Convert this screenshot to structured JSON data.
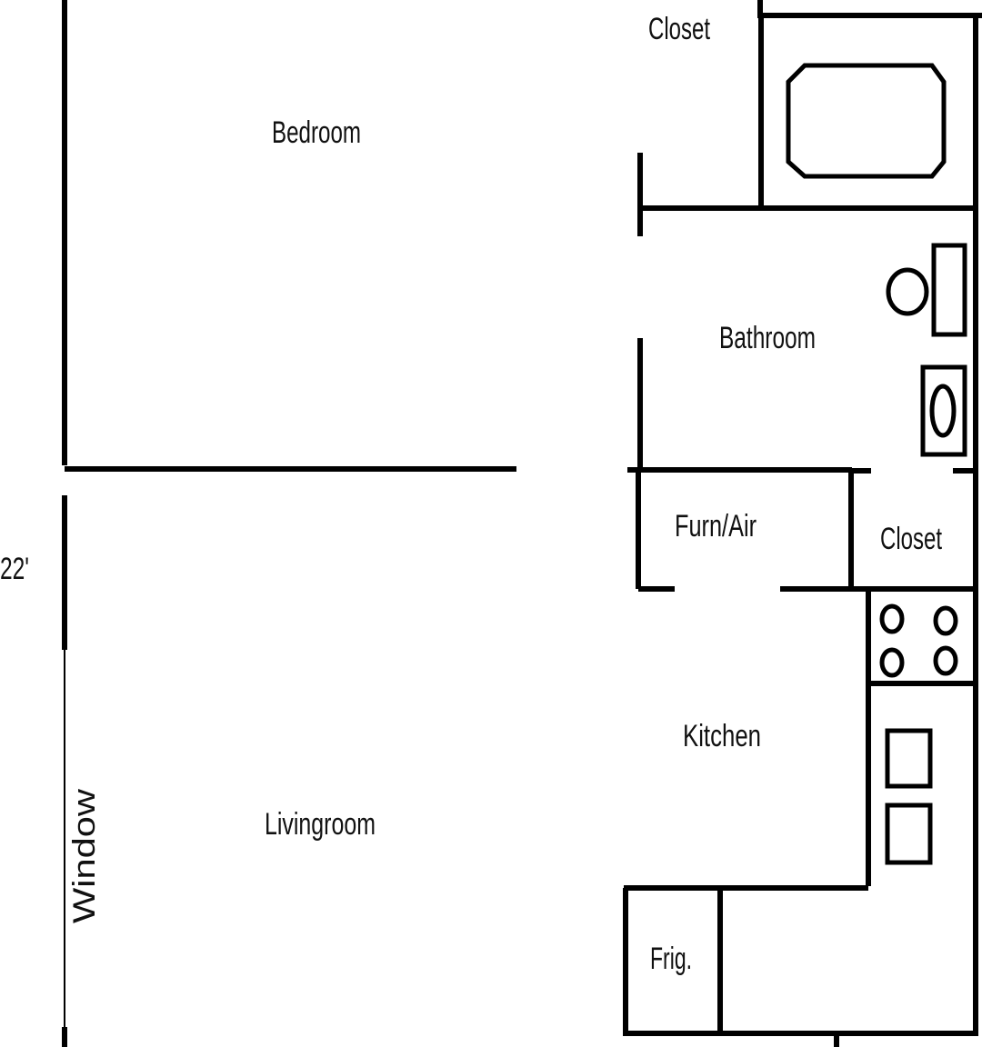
{
  "rooms": {
    "bedroom": "Bedroom",
    "closet_top": "Closet",
    "bathroom": "Bathroom",
    "furn_air": "Furn/Air",
    "closet_mid": "Closet",
    "kitchen": "Kitchen",
    "livingroom": "Livingroom",
    "frig": "Frig."
  },
  "labels": {
    "dimension": "22'",
    "window": "Window"
  }
}
